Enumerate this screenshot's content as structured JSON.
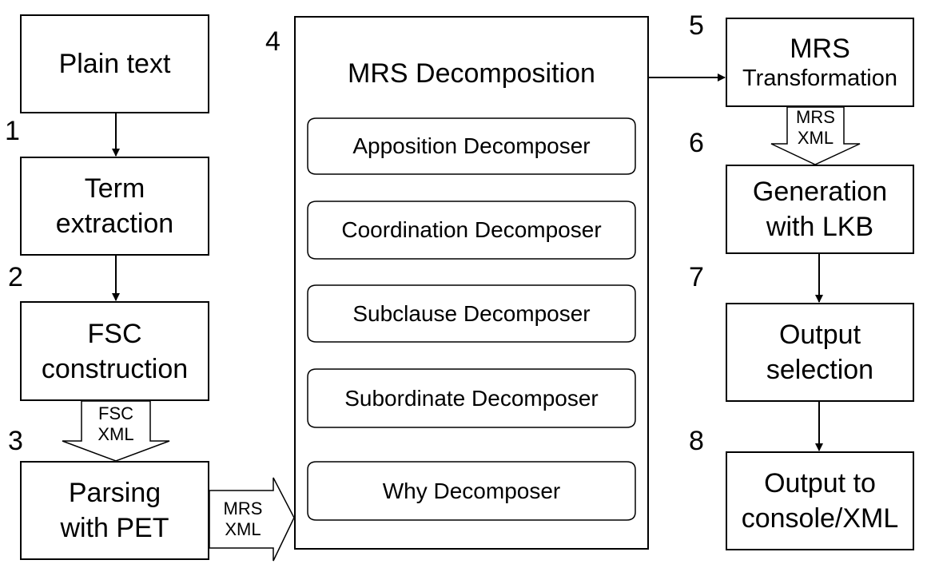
{
  "steps": [
    {
      "number": "1"
    },
    {
      "number": "2"
    },
    {
      "number": "3"
    },
    {
      "number": "4"
    },
    {
      "number": "5"
    },
    {
      "number": "6"
    },
    {
      "number": "7"
    },
    {
      "number": "8"
    }
  ],
  "boxes": {
    "plain_text": "Plain text",
    "term_extraction": {
      "line1": "Term",
      "line2": "extraction"
    },
    "fsc_construction": {
      "line1": "FSC",
      "line2": "construction"
    },
    "parsing": {
      "line1": "Parsing",
      "line2": "with PET"
    },
    "mrs_decomposition": "MRS Decomposition",
    "mrs_transformation": {
      "line1": "MRS",
      "line2": "Transformation"
    },
    "generation": {
      "line1": "Generation",
      "line2": "with LKB"
    },
    "output_selection": {
      "line1": "Output",
      "line2": "selection"
    },
    "output_console": {
      "line1": "Output to",
      "line2": "console/XML"
    }
  },
  "decomposers": [
    "Apposition Decomposer",
    "Coordination Decomposer",
    "Subclause Decomposer",
    "Subordinate Decomposer",
    "Why Decomposer"
  ],
  "fat_arrows": {
    "fsc_xml": {
      "line1": "FSC",
      "line2": "XML"
    },
    "mrs_xml_parse": {
      "line1": "MRS",
      "line2": "XML"
    },
    "mrs_xml_transform": {
      "line1": "MRS",
      "line2": "XML"
    }
  }
}
